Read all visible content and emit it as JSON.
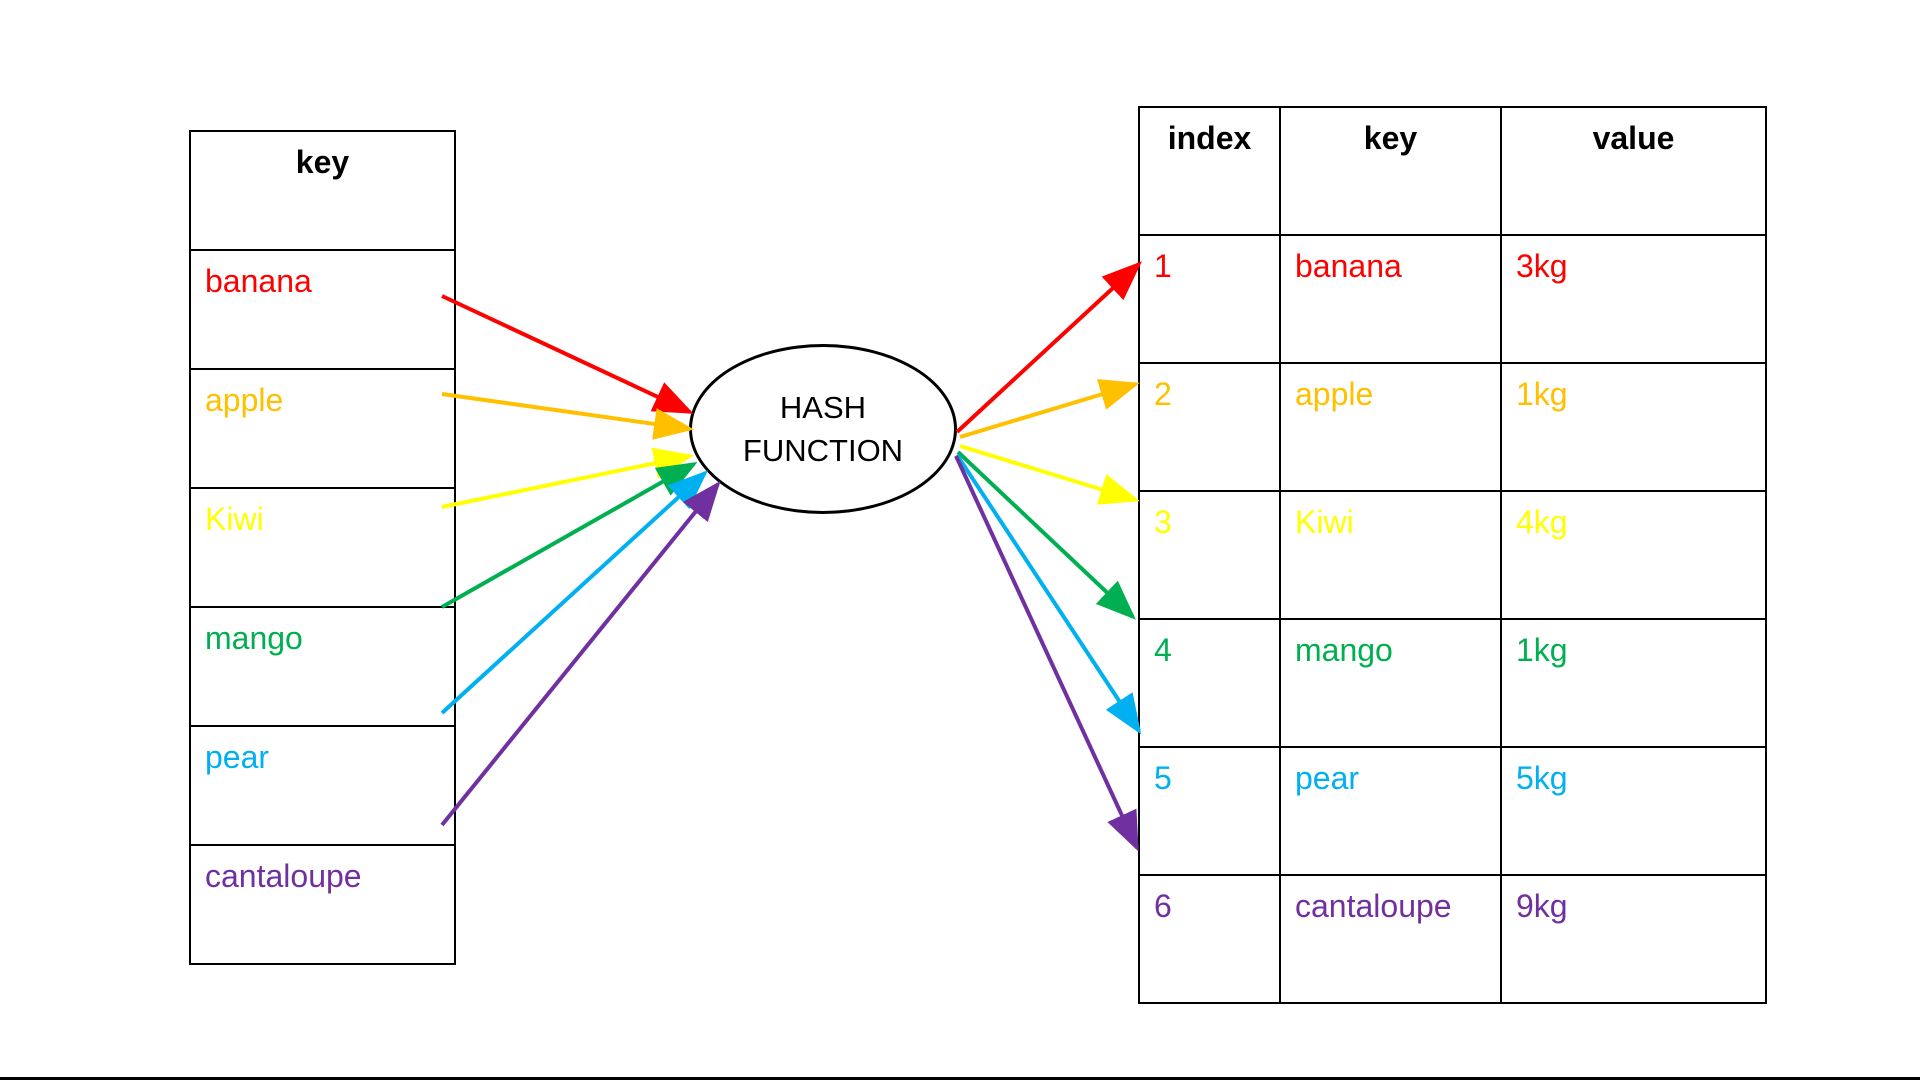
{
  "keys_table": {
    "header": "key",
    "rows": [
      {
        "key": "banana",
        "color": "#ff0000"
      },
      {
        "key": "apple",
        "color": "#ffc000"
      },
      {
        "key": "Kiwi",
        "color": "#ffff00"
      },
      {
        "key": "mango",
        "color": "#00b050"
      },
      {
        "key": "pear",
        "color": "#00b0f0"
      },
      {
        "key": "cantaloupe",
        "color": "#7030a0"
      }
    ]
  },
  "hash_function": {
    "line1": "HASH",
    "line2": "FUNCTION"
  },
  "hash_table": {
    "headers": {
      "index": "index",
      "key": "key",
      "value": "value"
    },
    "rows": [
      {
        "index": "1",
        "key": "banana",
        "value": "3kg",
        "color": "#ff0000"
      },
      {
        "index": "2",
        "key": "apple",
        "value": "1kg",
        "color": "#ffc000"
      },
      {
        "index": "3",
        "key": "Kiwi",
        "value": "4kg",
        "color": "#ffff00"
      },
      {
        "index": "4",
        "key": "mango",
        "value": "1kg",
        "color": "#00b050"
      },
      {
        "index": "5",
        "key": "pear",
        "value": "5kg",
        "color": "#00b0f0"
      },
      {
        "index": "6",
        "key": "cantaloupe",
        "value": "9kg",
        "color": "#7030a0"
      }
    ]
  }
}
